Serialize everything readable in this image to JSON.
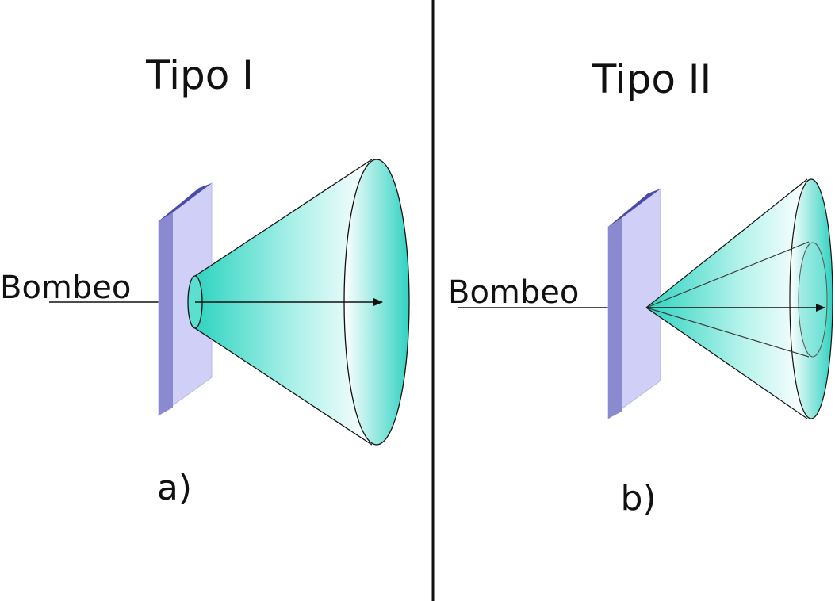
{
  "panels": [
    {
      "title": "Tipo I",
      "pump_label": "Bombeo",
      "caption": "a)"
    },
    {
      "title": "Tipo II",
      "pump_label": "Bombeo",
      "caption": "b)"
    }
  ],
  "colors": {
    "plate_front": "#cfcff7",
    "plate_side": "#8a8ad0",
    "plate_top": "#4a4aa8",
    "cone_dark": "#30d6c4",
    "cone_light": "#ffffff",
    "line": "#111111"
  }
}
